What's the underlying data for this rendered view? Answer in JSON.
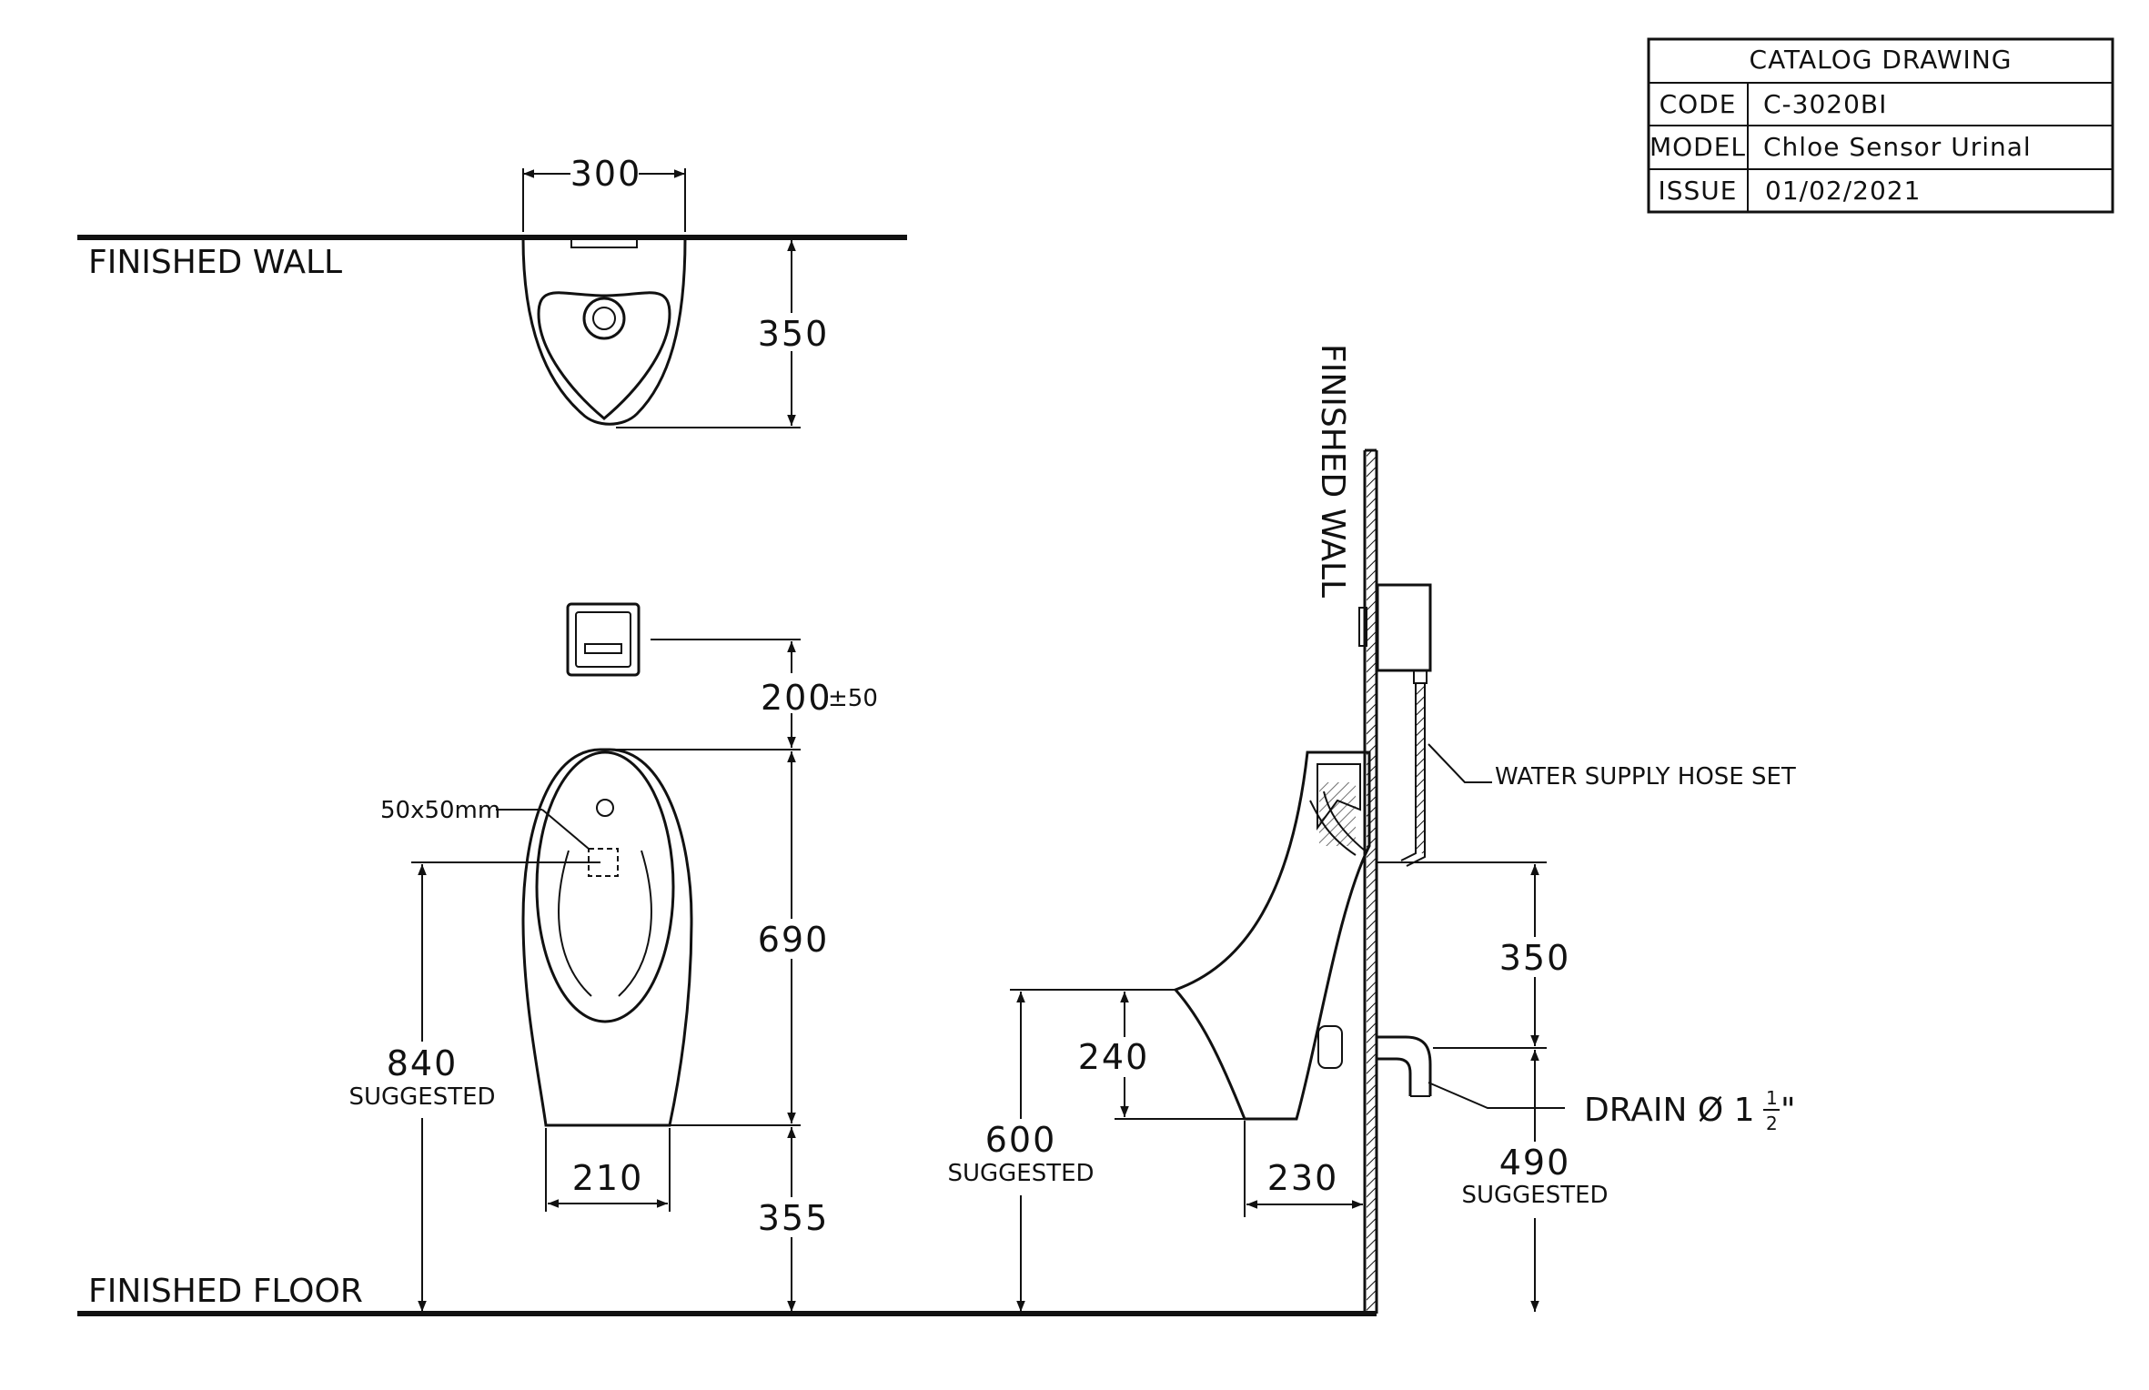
{
  "title_block": {
    "heading": "CATALOG  DRAWING",
    "rows": [
      {
        "key": "CODE",
        "value": "C-3020BI"
      },
      {
        "key": "MODEL",
        "value": "Chloe  Sensor  Urinal"
      },
      {
        "key": "ISSUE",
        "value": "01/02/2021"
      }
    ]
  },
  "labels": {
    "finished_wall": "FINISHED WALL",
    "finished_wall_vertical": "FINISHED WALL",
    "finished_floor": "FINISHED FLOOR",
    "water_supply": "WATER  SUPPLY  HOSE  SET",
    "drain": "DRAIN Ø 1",
    "drain_num": "1",
    "drain_den": "2",
    "drain_inch": "\"",
    "sensor_size": "50x50mm",
    "suggested": "SUGGESTED"
  },
  "dimensions": {
    "top_width": "300",
    "top_depth": "350",
    "sensor_height": "200",
    "sensor_tolerance": "±50",
    "bowl_height": "690",
    "rim_height": "840",
    "base_width": "210",
    "base_height": "355",
    "side_lip": "240",
    "side_rim": "600",
    "side_base": "230",
    "inlet_drain": "350",
    "drain_height": "490"
  }
}
